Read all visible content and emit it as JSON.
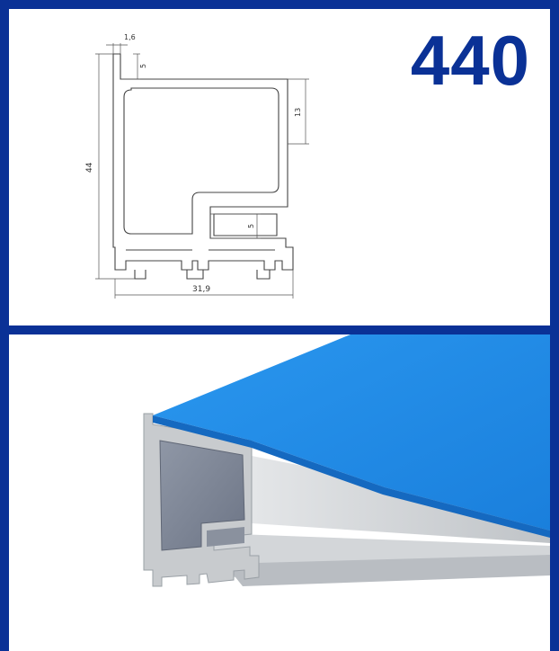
{
  "product": {
    "model_number": "440"
  },
  "drawing": {
    "dimensions": {
      "top_wall_thickness": "1,6",
      "top_lip": "5",
      "right_step": "13",
      "height": "44",
      "lower_step": "5",
      "width": "31,9"
    }
  },
  "colors": {
    "border": "#0a3196",
    "panel_blue": "#1f8be8",
    "aluminium": "#c9ccd0"
  }
}
